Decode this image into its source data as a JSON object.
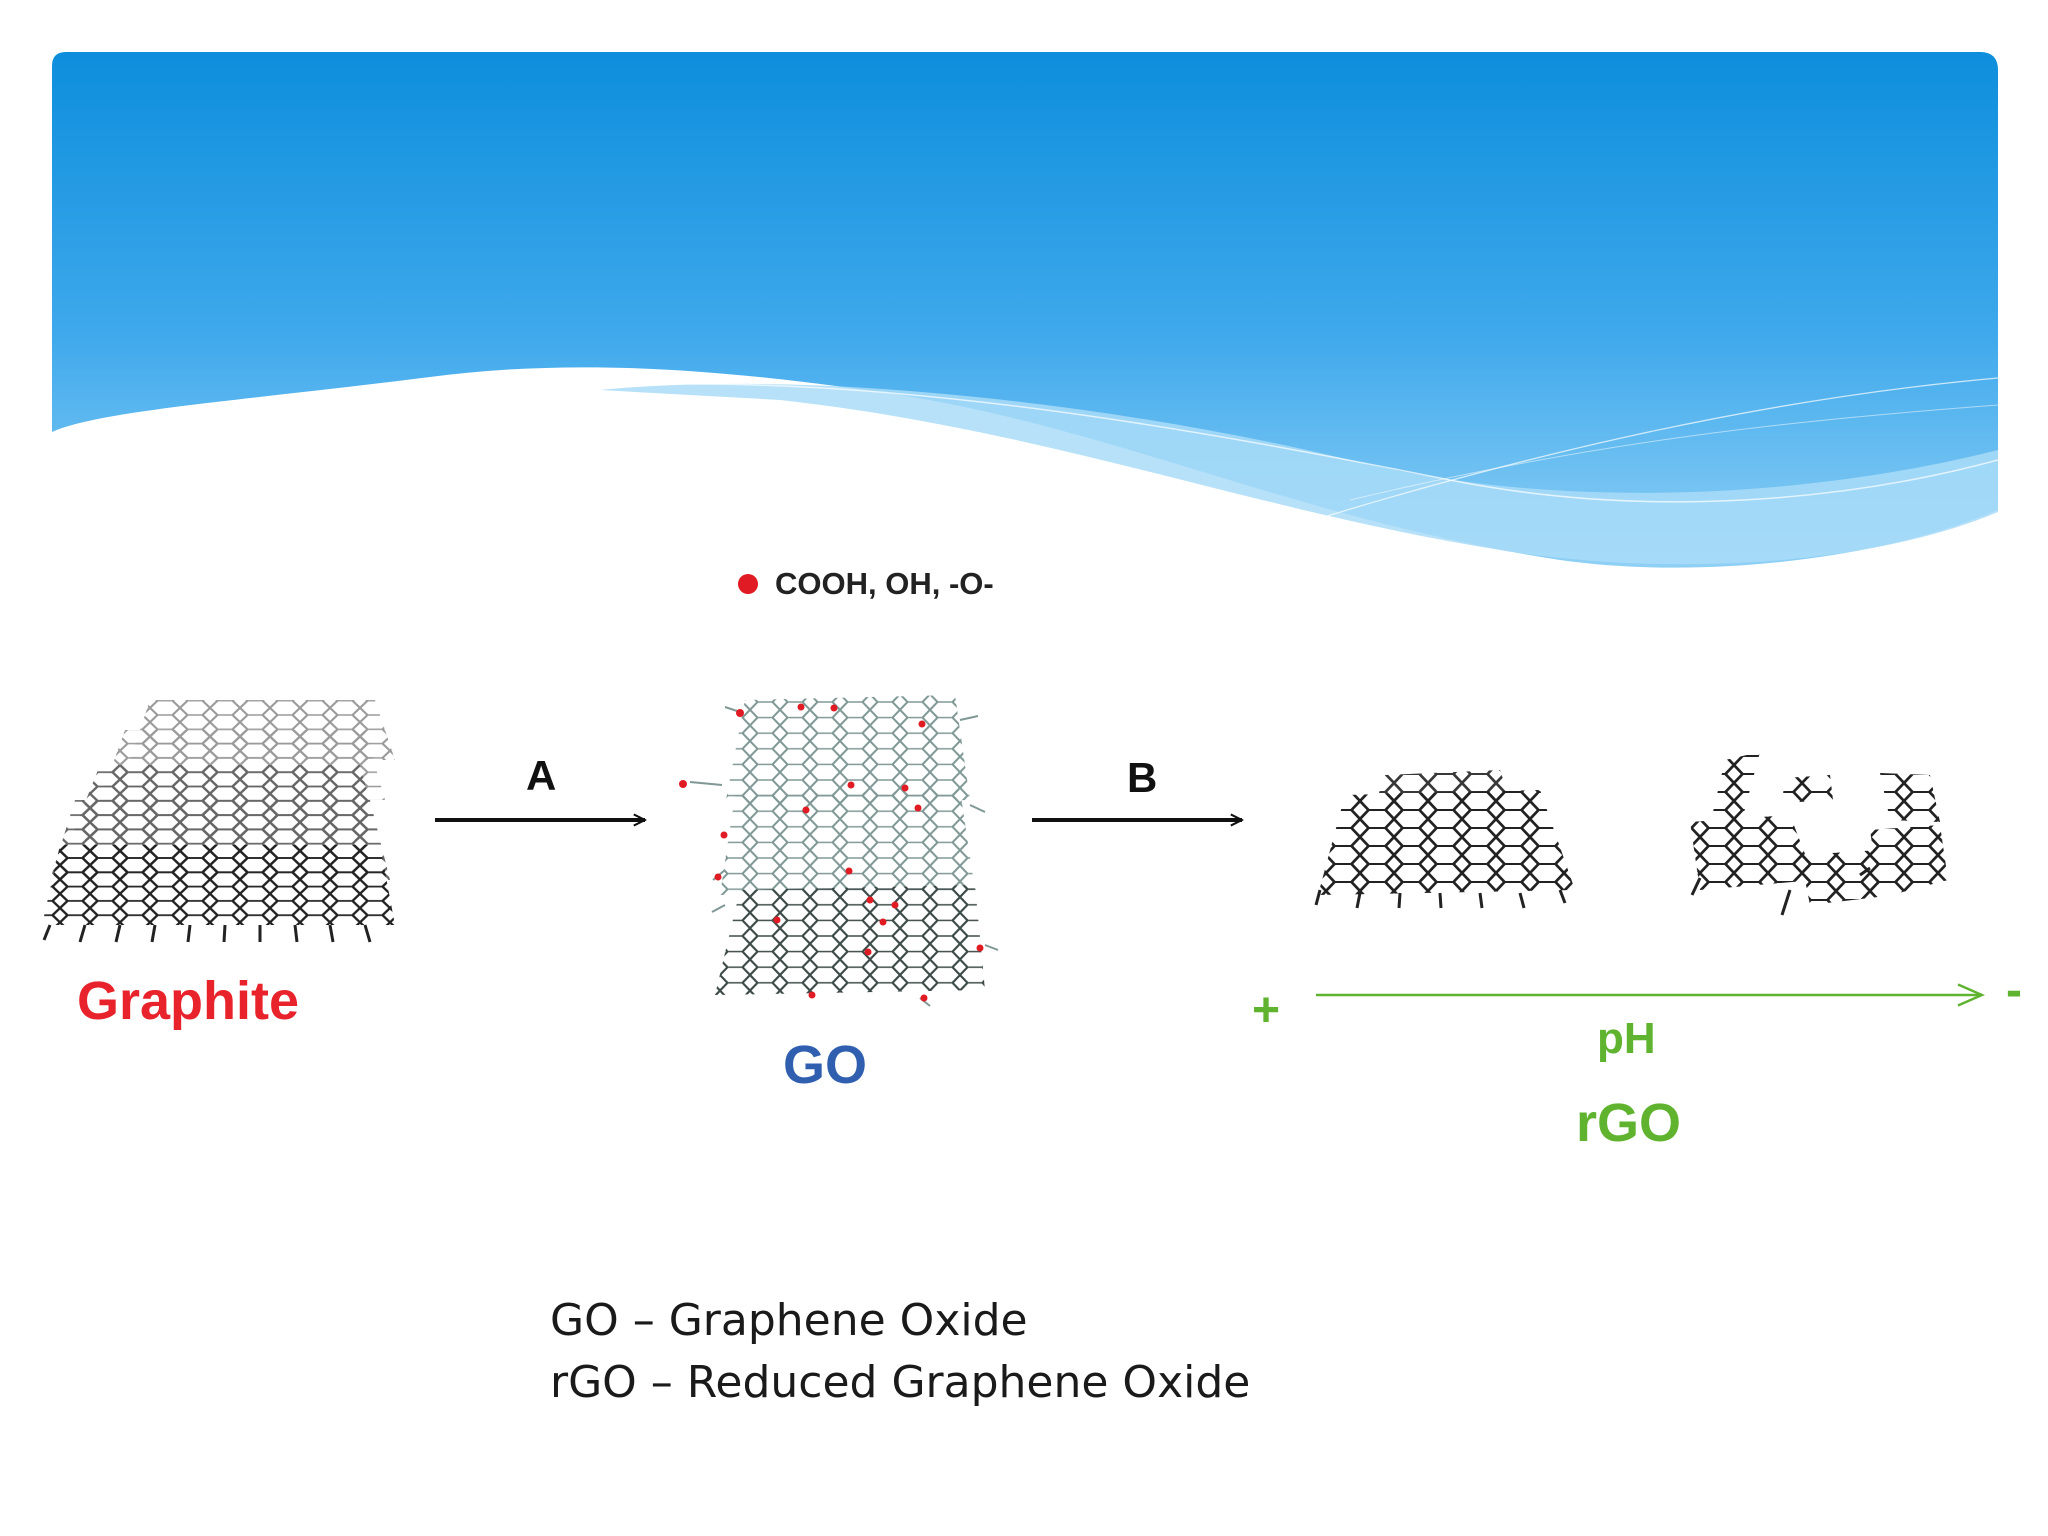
{
  "diagram": {
    "functional_groups": "COOH, OH, -O-",
    "graphite_label": "Graphite",
    "go_label": "GO",
    "rgo_label": "rGO",
    "step_a": "A",
    "step_b": "B",
    "ph_label": "pH",
    "ph_plus": "+",
    "ph_minus": "-",
    "colors": {
      "graphite": "#e8232b",
      "go": "#2f5fae",
      "rgo": "#5fb32e",
      "group_dot": "#e01b24",
      "header_top": "#0d8edc",
      "header_bottom": "#8fd0f5"
    }
  },
  "caption": {
    "line1": "GO – Graphene Oxide",
    "line2": "rGO – Reduced Graphene Oxide"
  }
}
